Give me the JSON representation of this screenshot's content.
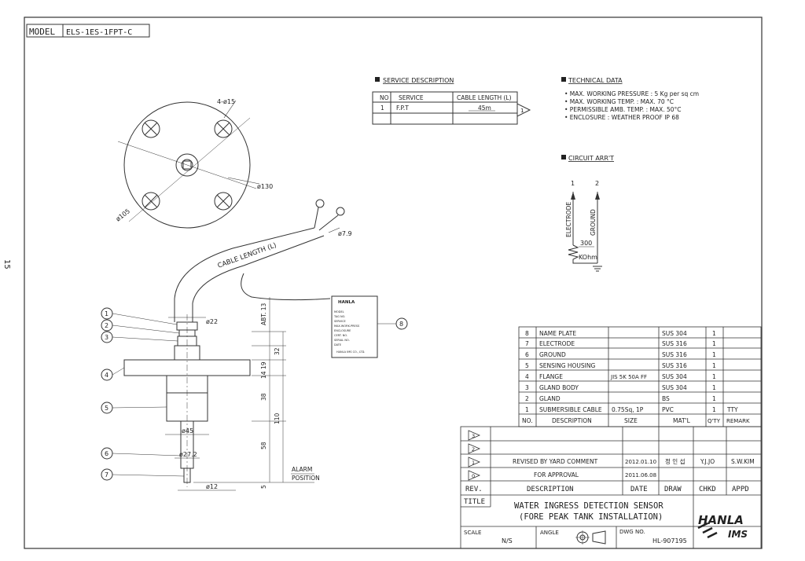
{
  "page_number": "15",
  "model": {
    "label": "MODEL",
    "value": "ELS-1ES-1FPT-C"
  },
  "service": {
    "title": "SERVICE DESCRIPTION",
    "headers": [
      "NO",
      "SERVICE",
      "CABLE LENGTH (L)"
    ],
    "row": [
      "1",
      "F.P.T",
      "45m"
    ],
    "rev_mark": "1"
  },
  "technical": {
    "title": "TECHNICAL DATA",
    "lines": [
      "• MAX. WORKING PRESSURE : 5 Kg per sq cm",
      "• MAX. WORKING TEMP. : MAX. 70 °C",
      "• PERMISSIBLE AMB. TEMP. : MAX. 50°C",
      "• ENCLOSURE : WEATHER PROOF IP 68"
    ]
  },
  "circuit": {
    "title": "CIRCUIT ARR'T",
    "terminal_1": "1",
    "terminal_2": "2",
    "electrode": "ELECTRODE",
    "ground": "GROUND",
    "res_value": "300",
    "res_unit": "KOhm"
  },
  "flange_view": {
    "holes": "4-ø15",
    "outer": "ø130",
    "pcd": "ø105"
  },
  "cable": {
    "length_label": "CABLE LENGTH (L)",
    "dia": "ø7.9"
  },
  "nameplate": {
    "brand": "HANLA",
    "lines": [
      "MODEL",
      "TAG NO.",
      "SERVICE",
      "MAX.WORK.PRESS",
      "ENCLOSURE",
      "CERT. NO.",
      "SERIAL NO.",
      "DATE",
      "HANLA IMS CO., LTD."
    ],
    "callout": "8"
  },
  "sensor": {
    "d22": "ø22",
    "d45": "ø45",
    "d27": "ø27.2",
    "d12": "ø12",
    "v_abt": "ABT. 13",
    "v_32": "32",
    "v_19": "19",
    "v_14": "14",
    "v_38": "38",
    "v_110": "110",
    "v_58": "58",
    "v_5": "5",
    "alarm": "ALARM",
    "position": "POSITION",
    "callouts": [
      "1",
      "2",
      "3",
      "4",
      "5",
      "6",
      "7"
    ]
  },
  "bom": {
    "rows": [
      [
        "8",
        "NAME PLATE",
        "",
        "SUS 304",
        "1",
        ""
      ],
      [
        "7",
        "ELECTRODE",
        "",
        "SUS 316",
        "1",
        ""
      ],
      [
        "6",
        "GROUND",
        "",
        "SUS 316",
        "1",
        ""
      ],
      [
        "5",
        "SENSING HOUSING",
        "",
        "SUS 316",
        "1",
        ""
      ],
      [
        "4",
        "FLANGE",
        "JIS 5K 50A FF",
        "SUS 304",
        "1",
        ""
      ],
      [
        "3",
        "GLAND BODY",
        "",
        "SUS 304",
        "1",
        ""
      ],
      [
        "2",
        "GLAND",
        "",
        "BS",
        "1",
        ""
      ],
      [
        "1",
        "SUBMERSIBLE CABLE",
        "0.75Sq, 1P",
        "PVC",
        "1",
        "TTY"
      ]
    ],
    "headers": [
      "NO.",
      "DESCRIPTION",
      "SIZE",
      "MAT'L",
      "Q'TY",
      "REMARK"
    ]
  },
  "revisions": {
    "rows": [
      {
        "rev": "3",
        "desc": "",
        "date": "",
        "draw": "",
        "chkd": "",
        "appd": ""
      },
      {
        "rev": "2",
        "desc": "",
        "date": "",
        "draw": "",
        "chkd": "",
        "appd": ""
      },
      {
        "rev": "1",
        "desc": "REVISED BY YARD COMMENT",
        "date": "2012.01.10",
        "draw": "정 인 섭",
        "chkd": "Y.J.JO",
        "appd": "S.W.KIM"
      },
      {
        "rev": "0",
        "desc": "FOR APPROVAL",
        "date": "2011.06.08",
        "draw": "",
        "chkd": "",
        "appd": ""
      }
    ],
    "headers": [
      "REV.",
      "DESCRIPTION",
      "DATE",
      "DRAW",
      "CHKD",
      "APPD"
    ]
  },
  "title_block": {
    "title_label": "TITLE",
    "title_line1": "WATER INGRESS DETECTION SENSOR",
    "title_line2": "(FORE PEAK TANK INSTALLATION)",
    "scale_label": "SCALE",
    "scale": "N/S",
    "angle_label": "ANGLE",
    "dwg_label": "DWG NO.",
    "dwg": "HL-907195",
    "logo_top": "HANLA",
    "logo_bottom": "IMS"
  }
}
